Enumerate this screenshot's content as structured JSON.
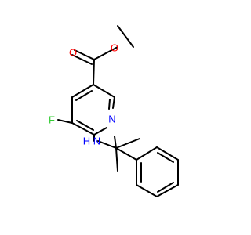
{
  "molecule": {
    "atoms": {
      "O_carbonyl": {
        "label": "O",
        "color": "#ff0000"
      },
      "O_ester": {
        "label": "O",
        "color": "#ff0000"
      },
      "N_ring": {
        "label": "N",
        "color": "#0000ff"
      },
      "F": {
        "label": "F",
        "color": "#33cc33"
      },
      "NH": {
        "label": "H N",
        "color": "#0000ff"
      }
    }
  }
}
